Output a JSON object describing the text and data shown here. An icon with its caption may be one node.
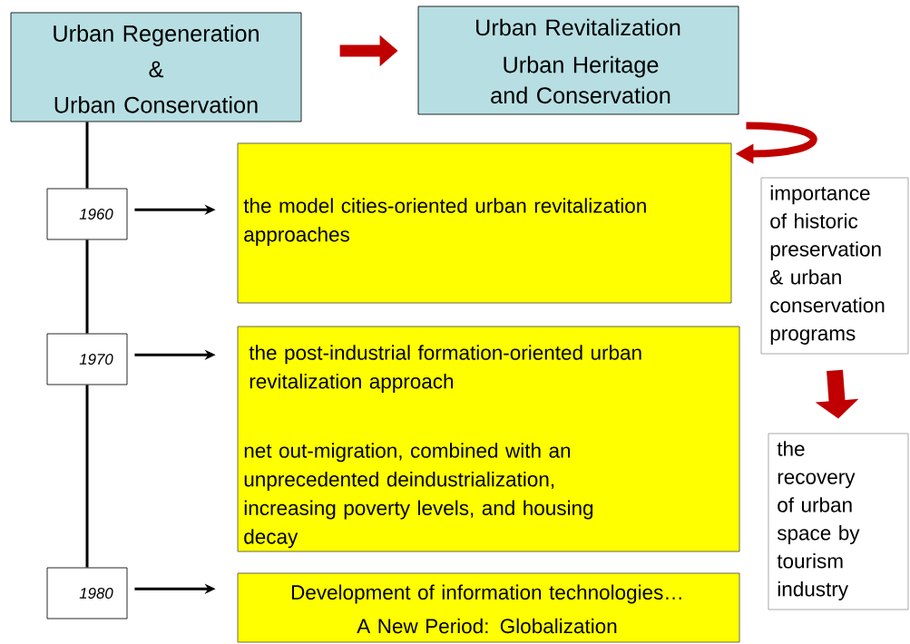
{
  "diagram": {
    "nodes": [
      {
        "text": [
          "Urban Regeneration",
          "&",
          "Urban Conservation"
        ]
      },
      {
        "text": [
          "Urban Revitalization",
          "Urban Heritage and Conservation"
        ]
      },
      {
        "text": [
          "1960"
        ]
      },
      {
        "text": [
          "1970"
        ]
      },
      {
        "text": [
          "1980"
        ]
      },
      {
        "text": [
          "the model cities-oriented urban revitalization approaches"
        ]
      },
      {
        "text": [
          "the post-industrial formation-oriented urban revitalization approach",
          "net out-migration, combined with an unprecedented deindustrialization, increasing poverty levels, and housing decay"
        ]
      },
      {
        "text": [
          "Development of information technologies…",
          "A New Period: Globalization"
        ]
      },
      {
        "text": [
          "importance of historic preservation & urban conservation programs"
        ]
      },
      {
        "text": [
          "the recovery of urban space by tourism industry"
        ]
      }
    ],
    "edges": [
      {
        "from": 0,
        "to": 1,
        "arrow": "to",
        "style": "thick",
        "color": "#c00000"
      },
      {
        "from": 1,
        "to": 5,
        "arrow": "to",
        "style": "thick",
        "color": "#c00000"
      },
      {
        "from": 8,
        "to": 9,
        "arrow": "to",
        "style": "thick",
        "color": "#c00000"
      },
      {
        "from": 2,
        "to": 5,
        "arrow": "to"
      },
      {
        "from": 3,
        "to": 6,
        "arrow": "to"
      },
      {
        "from": 4,
        "to": 7,
        "arrow": "to"
      },
      {
        "from": 0,
        "to": 2,
        "arrow": "none"
      },
      {
        "from": 2,
        "to": 3,
        "arrow": "none"
      },
      {
        "from": 3,
        "to": 4,
        "arrow": "none"
      }
    ]
  }
}
